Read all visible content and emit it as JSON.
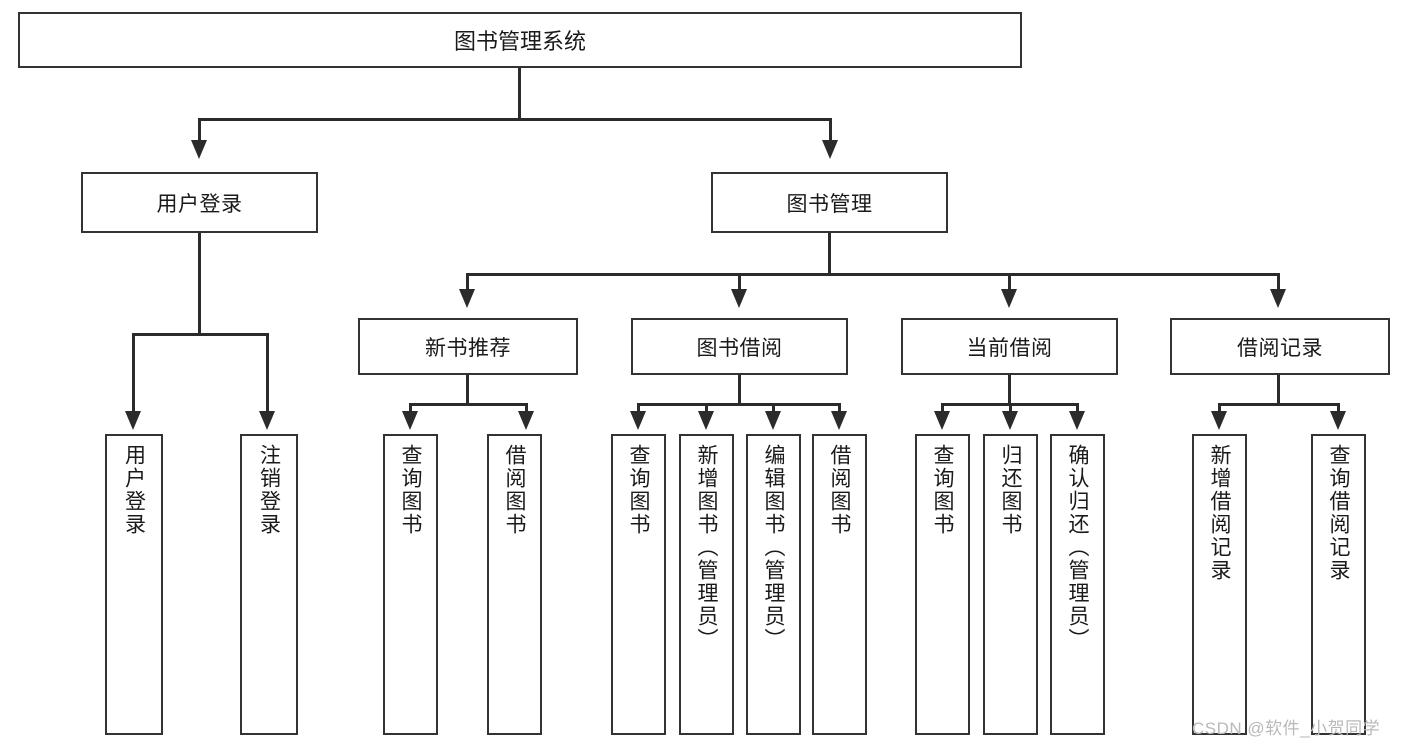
{
  "diagram": {
    "title": "图书管理系统",
    "watermark": "CSDN @软件_小贺同学",
    "colors": {
      "box_border": "#333333",
      "line": "#2b2b2b",
      "background": "#ffffff",
      "watermark": "#b9b9b9"
    },
    "root": {
      "label": "图书管理系统"
    },
    "level1": [
      {
        "label": "用户登录"
      },
      {
        "label": "图书管理"
      }
    ],
    "level2": [
      {
        "label": "新书推荐"
      },
      {
        "label": "图书借阅"
      },
      {
        "label": "当前借阅"
      },
      {
        "label": "借阅记录"
      }
    ],
    "leaves": {
      "user_login": [
        {
          "label": "用户登录"
        },
        {
          "label": "注销登录"
        }
      ],
      "new_book": [
        {
          "label": "查询图书"
        },
        {
          "label": "借阅图书"
        }
      ],
      "book_borrow": [
        {
          "label": "查询图书"
        },
        {
          "label": "新增图书（管理员）"
        },
        {
          "label": "编辑图书（管理员）"
        },
        {
          "label": "借阅图书"
        }
      ],
      "current_borrow": [
        {
          "label": "查询图书"
        },
        {
          "label": "归还图书"
        },
        {
          "label": "确认归还（管理员）"
        }
      ],
      "borrow_record": [
        {
          "label": "新增借阅记录"
        },
        {
          "label": "查询借阅记录"
        }
      ]
    }
  }
}
